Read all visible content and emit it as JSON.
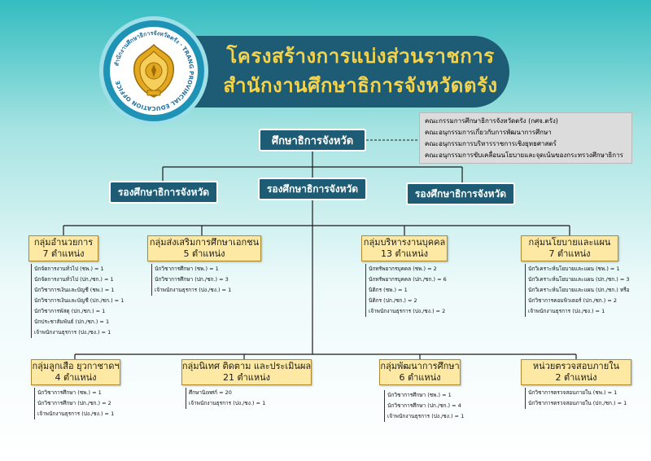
{
  "header": {
    "seal_text": "สำนักงานศึกษาธิการจังหวัดตรัง · TRANG PROVINCIAL EDUCATION OFFICE",
    "title_line1": "โครงสร้างการแบ่งส่วนราชการ",
    "title_line2": "สำนักงานศึกษาธิการจังหวัดตรัง"
  },
  "committees": [
    "คณะกรรมการศึกษาธิการจังหวัดตรัง (กศจ.ตรัง)",
    "คณะอนุกรรมการเกี่ยวกับการพัฒนาการศึกษา",
    "คณะอนุกรรมการบริหารราชการเชิงยุทธศาสตร์",
    "คณะอนุกรรมการขับเคลื่อนนโยบายและจุดเน้นของกระทรวงศึกษาธิการ"
  ],
  "top": {
    "label": "ศึกษาธิการจังหวัด"
  },
  "deputies": [
    {
      "label": "รองศึกษาธิการจังหวัด"
    },
    {
      "label": "รองศึกษาธิการจังหวัด"
    },
    {
      "label": "รองศึกษาธิการจังหวัด"
    }
  ],
  "groups_row1": [
    {
      "name": "กลุ่มอำนวยการ",
      "count": "7 ตำแหน่ง",
      "positions": [
        "นักจัดการงานทั่วไป (ชพ.) = 1",
        "นักจัดการงานทั่วไป (ปก./ชก.) = 1",
        "นักวิชาการเงินและบัญชี (ชพ.) = 1",
        "นักวิชาการเงินและบัญชี (ปก./ชก.) = 1",
        "นักวิชาการพัสดุ (ปก./ชก.) = 1",
        "นักประชาสัมพันธ์ (ปก./ชก.) = 1",
        "เจ้าพนักงานธุรการ (ปง./ชง.) = 1"
      ]
    },
    {
      "name": "กลุ่มส่งเสริมการศึกษาเอกชน",
      "count": "5 ตำแหน่ง",
      "positions": [
        "นักวิชาการศึกษา (ชพ.) = 1",
        "นักวิชาการศึกษา (ปก./ชก.) = 3",
        "เจ้าพนักงานธุรการ (ปง./ชง.) = 1"
      ]
    },
    {
      "name": "กลุ่มบริหารงานบุคคล",
      "count": "13 ตำแหน่ง",
      "positions": [
        "นักทรัพยากรบุคคล (ชพ.) = 2",
        "นักทรัพยากรบุคคล (ปก./ชก.) = 6",
        "นิติกร (ชพ.) = 1",
        "นิติกร (ปก./ชก.) = 2",
        "เจ้าพนักงานธุรการ (ปง./ชง.) = 2"
      ]
    },
    {
      "name": "กลุ่มนโยบายและแผน",
      "count": "7 ตำแหน่ง",
      "positions": [
        "นักวิเคราะห์นโยบายและแผน (ชพ.) = 1",
        "นักวิเคราะห์นโยบายและแผน (ปก./ชก.) = 3",
        "นักวิเคราะห์นโยบายและแผน (ปก./ชก.) หรือ",
        "นักวิชาการคอมพิวเตอร์ (ปก./ชก.) = 2",
        "เจ้าพนักงานธุรการ (ปง./ชง.) = 1"
      ]
    }
  ],
  "groups_row2": [
    {
      "name": "กลุ่มลูกเสือ ยุวกาชาดฯ",
      "count": "4 ตำแหน่ง",
      "positions": [
        "นักวิชาการศึกษา (ชพ.) = 1",
        "นักวิชาการศึกษา (ปก./ชก.) = 2",
        "เจ้าพนักงานธุรการ (ปง./ชง.) = 1"
      ]
    },
    {
      "name": "กลุ่มนิเทศ ติดตาม และประเมินผล",
      "count": "21 ตำแหน่ง",
      "positions": [
        "ศึกษานิเทศก์ = 20",
        "เจ้าพนักงานธุรการ (ปง./ชง.) = 1"
      ]
    },
    {
      "name": "กลุ่มพัฒนาการศึกษา",
      "count": "6 ตำแหน่ง",
      "positions": [
        "นักวิชาการศึกษา (ชพ.) = 1",
        "นักวิชาการศึกษา (ปก./ชก.) = 4",
        "เจ้าพนักงานธุรการ (ปง./ชง.) = 1"
      ]
    },
    {
      "name": "หน่วยตรวจสอบภายใน",
      "count": "2 ตำแหน่ง",
      "positions": [
        "นักวิชาการตรวจสอบภายใน (ชพ.) = 1",
        "นักวิชาการตรวจสอบภายใน (ปก./ชก.) = 1"
      ]
    }
  ],
  "colors": {
    "banner": "#1d5c74",
    "title_text": "#f5d34a",
    "group_fill": "#fde9a4",
    "committee_fill": "#dcdcdc"
  }
}
